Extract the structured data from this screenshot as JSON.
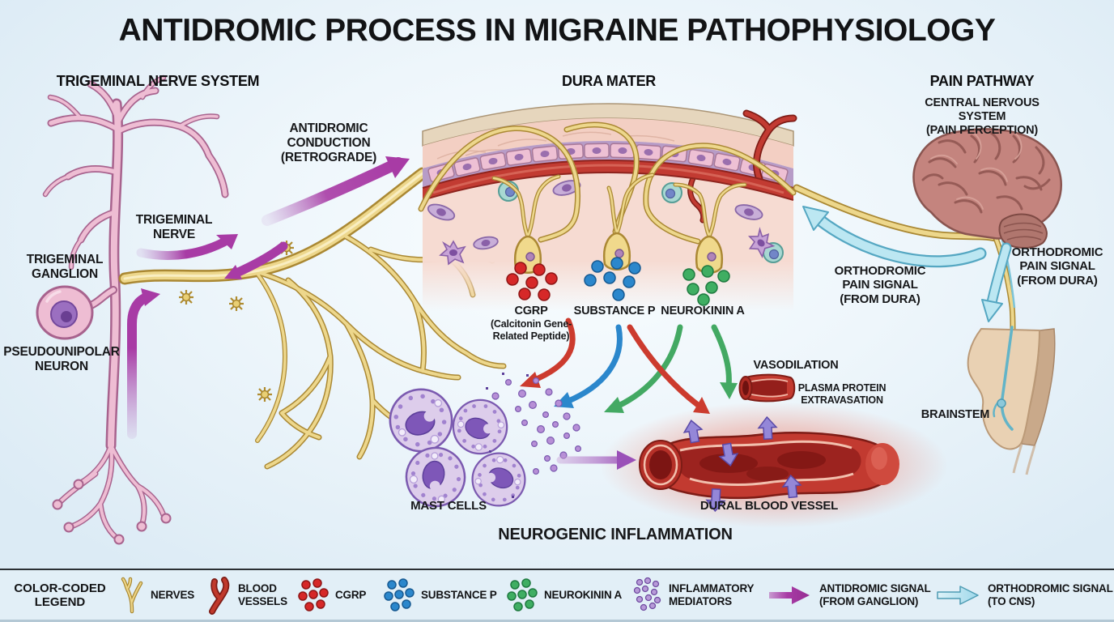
{
  "title": "ANTIDROMIC PROCESS IN MIGRAINE PATHOPHYSIOLOGY",
  "sections": {
    "trigeminal_system": {
      "header": "TRIGEMINAL NERVE SYSTEM",
      "labels": {
        "antidromic_conduction": "ANTIDROMIC\nCONDUCTION\n(RETROGRADE)",
        "trigeminal_nerve": "TRIGEMINAL\nNERVE",
        "trigeminal_ganglion": "TRIGEMINAL\nGANGLION",
        "pseudounipolar_neuron": "PSEUDOUNIPOLAR\nNEURON"
      }
    },
    "dura_mater": {
      "header": "DURA MATER",
      "labels": {
        "cgrp": "CGRP",
        "cgrp_subtitle": "(Calcitonin Gene-\nRelated Peptide)",
        "substance_p": "SUBSTANCE P",
        "neurokinin_a": "NEUROKININ A"
      }
    },
    "inflammation": {
      "labels": {
        "mast_cells": "MAST CELLS",
        "vasodilation": "VASODILATION",
        "plasma_protein": "PLASMA PROTEIN\nEXTRAVASATION",
        "dural_blood_vessel": "DURAL BLOOD VESSEL",
        "caption": "NEUROGENIC INFLAMMATION"
      }
    },
    "pain_pathway": {
      "header": "PAIN PATHWAY",
      "labels": {
        "cns": "CENTRAL NERVOUS SYSTEM\n(PAIN PERCEPTION)",
        "orthodromic_left": "ORTHODROMIC\nPAIN SIGNAL\n(FROM DURA)",
        "orthodromic_right": "ORTHODROMIC\nPAIN SIGNAL\n(FROM DURA)",
        "brainstem": "BRAINSTEM"
      }
    }
  },
  "legend": {
    "title": "COLOR-CODED\nLEGEND",
    "items": [
      {
        "icon": "nerve-branch-icon",
        "label": "NERVES",
        "color": "#e7cf7a"
      },
      {
        "icon": "blood-vessel-icon",
        "label": "BLOOD\nVESSELS",
        "color": "#c0392b"
      },
      {
        "icon": "cgrp-dots-icon",
        "label": "CGRP",
        "color": "#d62828"
      },
      {
        "icon": "substance-p-dots-icon",
        "label": "SUBSTANCE P",
        "color": "#2b87cc"
      },
      {
        "icon": "neurokinin-a-dots-icon",
        "label": "NEUROKININ A",
        "color": "#3fae62"
      },
      {
        "icon": "inflammatory-mediators-dots-icon",
        "label": "INFLAMMATORY\nMEDIATORS",
        "color": "#a679cf"
      },
      {
        "icon": "antidromic-arrow-icon",
        "label": "ANTIDROMIC SIGNAL\n(FROM GANGLION)",
        "color": "#a83ba5"
      },
      {
        "icon": "orthodromic-arrow-icon",
        "label": "ORTHODROMIC SIGNAL\n(TO CNS)",
        "color": "#a9dcec"
      }
    ]
  },
  "colors": {
    "nerves": "#edd78c",
    "blood_vessels": "#c0392b",
    "cgrp_dots": "#d62828",
    "substance_p_dots": "#2b87cc",
    "neurokinin_a_dots": "#3fae62",
    "inflammatory_mediators": "#a679cf",
    "antidromic_arrows": "#a83ba5",
    "orthodromic_arrows": "#a9dcec",
    "neuron_pink": "#eebdd3",
    "background": "#e8f2f9"
  }
}
